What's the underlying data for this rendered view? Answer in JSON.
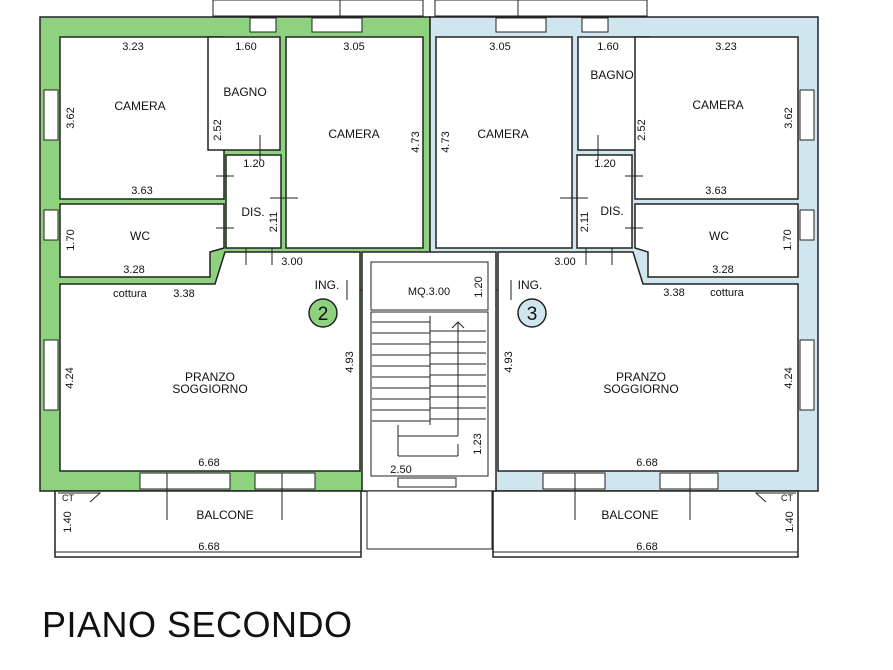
{
  "title": "PIANO SECONDO",
  "colors": {
    "unit_left": "#8ed27f",
    "unit_right": "#cfe6ef",
    "wall": "#222222",
    "room": "#ffffff",
    "badge_left": "#8ed27f",
    "badge_right": "#cfe6ef"
  },
  "units": {
    "left": {
      "number": "2",
      "rooms": {
        "camera_a": "CAMERA",
        "bagno": "BAGNO",
        "camera_b": "CAMERA",
        "wc": "WC",
        "dis": "DIS.",
        "pranzo_1": "PRANZO",
        "pranzo_2": "SOGGIORNO",
        "cottura": "cottura",
        "ing": "ING.",
        "balcone": "BALCONE",
        "ct": "CT"
      },
      "dims": {
        "camera_a_w": "3.23",
        "bagno_w": "1.60",
        "camera_b_w": "3.05",
        "camera_a_h": "3.62",
        "bagno_h": "2.52",
        "camera_b_h": "4.73",
        "dis_w": "1.20",
        "camera_a_bottom": "3.63",
        "dis_h": "2.11",
        "wc_h": "1.70",
        "wc_w": "3.28",
        "ing_w": "3.00",
        "cottura_w": "3.38",
        "pranzo_h": "4.24",
        "soggiorno_h": "4.93",
        "pranzo_w": "6.68",
        "balcone_h": "1.40",
        "balcone_w": "6.68"
      }
    },
    "right": {
      "number": "3",
      "rooms": {
        "camera_a": "CAMERA",
        "bagno": "BAGNO",
        "camera_b": "CAMERA",
        "wc": "WC",
        "dis": "DIS.",
        "pranzo_1": "PRANZO",
        "pranzo_2": "SOGGIORNO",
        "cottura": "cottura",
        "ing": "ING.",
        "balcone": "BALCONE",
        "ct": "CT"
      },
      "dims": {
        "camera_a_w": "3.23",
        "bagno_w": "1.60",
        "camera_b_w": "3.05",
        "camera_a_h": "3.62",
        "bagno_h": "2.52",
        "camera_b_h": "4.73",
        "dis_w": "1.20",
        "camera_a_bottom": "3.63",
        "dis_h": "2.11",
        "wc_h": "1.70",
        "wc_w": "3.28",
        "ing_w": "3.00",
        "cottura_w": "3.38",
        "pranzo_h": "4.24",
        "soggiorno_h": "4.93",
        "pranzo_w": "6.68",
        "balcone_h": "1.40",
        "balcone_w": "6.68"
      }
    }
  },
  "stair": {
    "area": "MQ.3.00",
    "landing_h": "1.20",
    "width": "2.50",
    "flight_h": "1.23"
  }
}
